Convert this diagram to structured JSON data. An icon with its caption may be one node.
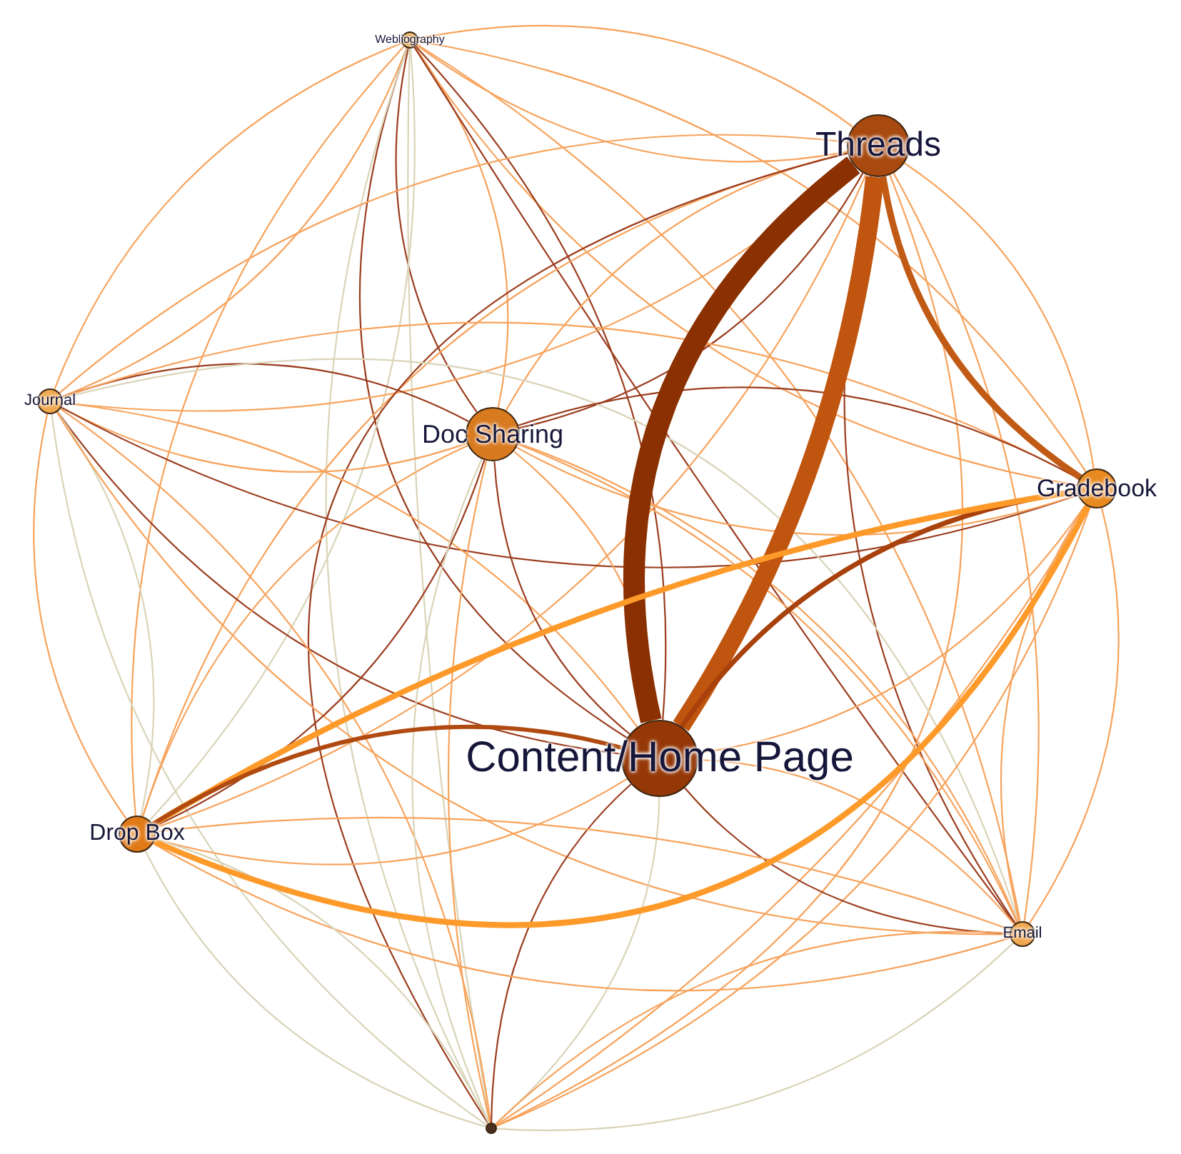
{
  "diagram": {
    "nodes": [
      {
        "text": [
          "Webliography"
        ]
      },
      {
        "text": [
          "Threads"
        ]
      },
      {
        "text": [
          "Journal"
        ]
      },
      {
        "text": [
          "Doc Sharing"
        ]
      },
      {
        "text": [
          "Gradebook"
        ]
      },
      {
        "text": [
          "Content/Home Page"
        ]
      },
      {
        "text": [
          "Drop Box"
        ]
      },
      {
        "text": [
          "Email"
        ]
      },
      {
        "text": [],
        "shape": "circle"
      }
    ],
    "edges": [
      {
        "from": 0,
        "to": 1,
        "arrow": "none"
      },
      {
        "from": 1,
        "to": 0,
        "arrow": "none"
      },
      {
        "from": 0,
        "to": 2,
        "arrow": "none"
      },
      {
        "from": 2,
        "to": 0,
        "arrow": "none"
      },
      {
        "from": 0,
        "to": 3,
        "arrow": "none",
        "color": "#9b3d1e"
      },
      {
        "from": 3,
        "to": 0,
        "arrow": "none"
      },
      {
        "from": 0,
        "to": 4,
        "arrow": "none"
      },
      {
        "from": 4,
        "to": 0,
        "arrow": "none"
      },
      {
        "from": 0,
        "to": 5,
        "arrow": "none",
        "color": "#9b3d1e"
      },
      {
        "from": 5,
        "to": 0,
        "arrow": "none",
        "color": "#9b3d1e"
      },
      {
        "from": 0,
        "to": 6,
        "arrow": "none"
      },
      {
        "from": 6,
        "to": 0,
        "arrow": "none",
        "color": "#d9d4b8"
      },
      {
        "from": 0,
        "to": 7,
        "arrow": "none",
        "color": "#9b3d1e"
      },
      {
        "from": 7,
        "to": 0,
        "arrow": "none"
      },
      {
        "from": 0,
        "to": 8,
        "arrow": "none",
        "color": "#d9d4b8"
      },
      {
        "from": 8,
        "to": 0,
        "arrow": "none",
        "color": "#d9d4b8"
      },
      {
        "from": 1,
        "to": 2,
        "arrow": "none"
      },
      {
        "from": 2,
        "to": 1,
        "arrow": "none"
      },
      {
        "from": 1,
        "to": 3,
        "arrow": "none"
      },
      {
        "from": 3,
        "to": 1,
        "arrow": "none",
        "color": "#9b3d1e"
      },
      {
        "from": 1,
        "to": 4,
        "arrow": "none",
        "style": "thick",
        "color": "#c05a14"
      },
      {
        "from": 4,
        "to": 1,
        "arrow": "none"
      },
      {
        "from": 1,
        "to": 5,
        "arrow": "none",
        "style": "thick",
        "color": "#8b3000"
      },
      {
        "from": 5,
        "to": 1,
        "arrow": "none",
        "style": "thick",
        "color": "#c0550f"
      },
      {
        "from": 1,
        "to": 6,
        "arrow": "none"
      },
      {
        "from": 6,
        "to": 1,
        "arrow": "none"
      },
      {
        "from": 1,
        "to": 7,
        "arrow": "none",
        "color": "#9b3d1e"
      },
      {
        "from": 7,
        "to": 1,
        "arrow": "none"
      },
      {
        "from": 1,
        "to": 8,
        "arrow": "none",
        "color": "#9b3d1e"
      },
      {
        "from": 8,
        "to": 1,
        "arrow": "none"
      },
      {
        "from": 2,
        "to": 3,
        "arrow": "none"
      },
      {
        "from": 3,
        "to": 2,
        "arrow": "none",
        "color": "#9b3d1e"
      },
      {
        "from": 2,
        "to": 4,
        "arrow": "none",
        "color": "#9b3d1e"
      },
      {
        "from": 4,
        "to": 2,
        "arrow": "none"
      },
      {
        "from": 2,
        "to": 5,
        "arrow": "none",
        "color": "#9b3d1e"
      },
      {
        "from": 5,
        "to": 2,
        "arrow": "none"
      },
      {
        "from": 2,
        "to": 6,
        "arrow": "none"
      },
      {
        "from": 6,
        "to": 2,
        "arrow": "none",
        "color": "#d9d4b8"
      },
      {
        "from": 2,
        "to": 7,
        "arrow": "none"
      },
      {
        "from": 7,
        "to": 2,
        "arrow": "none",
        "color": "#d9d4b8"
      },
      {
        "from": 2,
        "to": 8,
        "arrow": "none",
        "color": "#d9d4b8"
      },
      {
        "from": 8,
        "to": 2,
        "arrow": "none"
      },
      {
        "from": 3,
        "to": 4,
        "arrow": "none"
      },
      {
        "from": 4,
        "to": 3,
        "arrow": "none",
        "color": "#9b3d1e"
      },
      {
        "from": 3,
        "to": 5,
        "arrow": "none",
        "color": "#9b3d1e"
      },
      {
        "from": 5,
        "to": 3,
        "arrow": "none"
      },
      {
        "from": 3,
        "to": 6,
        "arrow": "none"
      },
      {
        "from": 6,
        "to": 3,
        "arrow": "none",
        "color": "#9b3d1e"
      },
      {
        "from": 3,
        "to": 7,
        "arrow": "none"
      },
      {
        "from": 7,
        "to": 3,
        "arrow": "none"
      },
      {
        "from": 3,
        "to": 8,
        "arrow": "none",
        "color": "#d9d4b8"
      },
      {
        "from": 8,
        "to": 3,
        "arrow": "none"
      },
      {
        "from": 4,
        "to": 5,
        "arrow": "none",
        "style": "thick",
        "color": "#a8410c"
      },
      {
        "from": 5,
        "to": 4,
        "arrow": "none"
      },
      {
        "from": 4,
        "to": 6,
        "arrow": "none",
        "style": "thick",
        "color": "#fd9a2a"
      },
      {
        "from": 6,
        "to": 4,
        "arrow": "none",
        "style": "thick",
        "color": "#fd9a2a"
      },
      {
        "from": 4,
        "to": 7,
        "arrow": "none"
      },
      {
        "from": 7,
        "to": 4,
        "arrow": "none"
      },
      {
        "from": 4,
        "to": 8,
        "arrow": "none"
      },
      {
        "from": 8,
        "to": 4,
        "arrow": "none"
      },
      {
        "from": 5,
        "to": 6,
        "arrow": "none",
        "style": "thick",
        "color": "#b04a10"
      },
      {
        "from": 6,
        "to": 5,
        "arrow": "none"
      },
      {
        "from": 5,
        "to": 7,
        "arrow": "none",
        "color": "#9b3d1e"
      },
      {
        "from": 7,
        "to": 5,
        "arrow": "none"
      },
      {
        "from": 5,
        "to": 8,
        "arrow": "none",
        "color": "#9b3d1e"
      },
      {
        "from": 8,
        "to": 5,
        "arrow": "none",
        "color": "#d9d4b8"
      },
      {
        "from": 6,
        "to": 7,
        "arrow": "none"
      },
      {
        "from": 7,
        "to": 6,
        "arrow": "none"
      },
      {
        "from": 6,
        "to": 8,
        "arrow": "none",
        "color": "#d9d4b8"
      },
      {
        "from": 8,
        "to": 6,
        "arrow": "none",
        "color": "#d9d4b8"
      },
      {
        "from": 7,
        "to": 8,
        "arrow": "none"
      },
      {
        "from": 8,
        "to": 7,
        "arrow": "none",
        "color": "#d9d4b8"
      }
    ]
  }
}
